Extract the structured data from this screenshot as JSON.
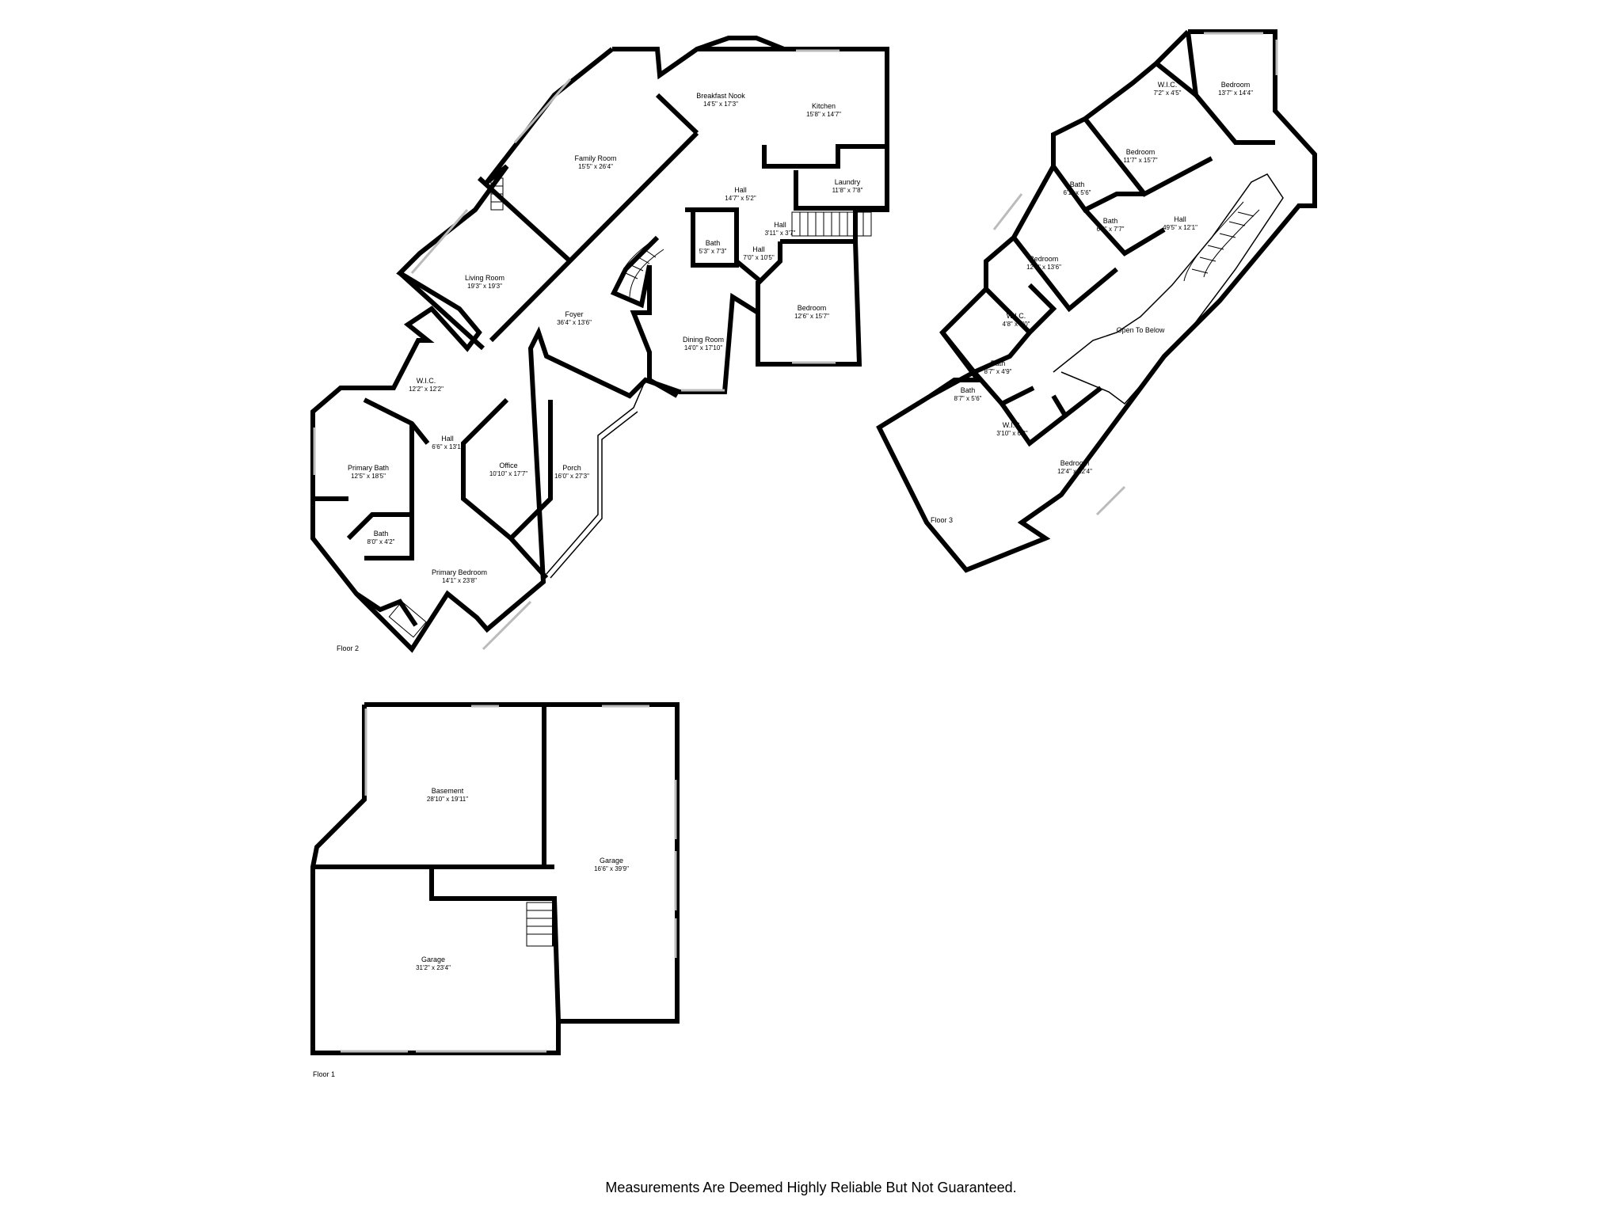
{
  "floors": [
    {
      "label": "Floor 2",
      "rooms": [
        {
          "name": "Breakfast Nook",
          "dim": "14'5\" x 17'3\""
        },
        {
          "name": "Kitchen",
          "dim": "15'8\" x 14'7\""
        },
        {
          "name": "Family Room",
          "dim": "15'5\" x 26'4\""
        },
        {
          "name": "Hall",
          "dim": "14'7\" x 5'2\""
        },
        {
          "name": "Laundry",
          "dim": "11'8\" x 7'8\""
        },
        {
          "name": "Hall",
          "dim": "3'11\" x 3'7\""
        },
        {
          "name": "Bath",
          "dim": "5'3\" x 7'3\""
        },
        {
          "name": "Hall",
          "dim": "7'0\" x 10'5\""
        },
        {
          "name": "Living Room",
          "dim": "19'3\" x 19'3\""
        },
        {
          "name": "Bedroom",
          "dim": "12'6\" x 15'7\""
        },
        {
          "name": "Foyer",
          "dim": "36'4\" x 13'6\""
        },
        {
          "name": "Dining Room",
          "dim": "14'0\" x 17'10\""
        },
        {
          "name": "W.I.C.",
          "dim": "12'2\" x 12'2\""
        },
        {
          "name": "Hall",
          "dim": "6'6\" x 13'1\""
        },
        {
          "name": "Office",
          "dim": "10'10\" x 17'7\""
        },
        {
          "name": "Porch",
          "dim": "16'0\" x 27'3\""
        },
        {
          "name": "Primary Bath",
          "dim": "12'5\" x 18'5\""
        },
        {
          "name": "Bath",
          "dim": "8'0\" x 4'2\""
        },
        {
          "name": "Primary Bedroom",
          "dim": "14'1\" x 23'8\""
        }
      ]
    },
    {
      "label": "Floor 3",
      "rooms": [
        {
          "name": "W.I.C.",
          "dim": "7'2\" x 4'5\""
        },
        {
          "name": "Bedroom",
          "dim": "13'7\" x 14'4\""
        },
        {
          "name": "Bedroom",
          "dim": "11'7\" x 15'7\""
        },
        {
          "name": "Bath",
          "dim": "6'1\" x 5'6\""
        },
        {
          "name": "Bath",
          "dim": "6'0\" x 7'7\""
        },
        {
          "name": "Hall",
          "dim": "49'5\" x 12'1\""
        },
        {
          "name": "Bedroom",
          "dim": "12'0\" x 13'6\""
        },
        {
          "name": "W.I.C.",
          "dim": "4'8\" x 7'0\""
        },
        {
          "name": "Open To Below",
          "dim": ""
        },
        {
          "name": "Bath",
          "dim": "8'7\" x 4'9\""
        },
        {
          "name": "Bath",
          "dim": "8'7\" x 5'6\""
        },
        {
          "name": "W.I.C.",
          "dim": "3'10\" x 6'3\""
        },
        {
          "name": "Bedroom",
          "dim": "12'4\" x 12'4\""
        }
      ]
    },
    {
      "label": "Floor 1",
      "rooms": [
        {
          "name": "Basement",
          "dim": "28'10\" x 19'11\""
        },
        {
          "name": "Garage",
          "dim": "16'6\" x 39'9\""
        },
        {
          "name": "Garage",
          "dim": "31'2\" x 23'4\""
        }
      ]
    }
  ],
  "disclaimer": "Measurements Are Deemed Highly Reliable But Not Guaranteed."
}
